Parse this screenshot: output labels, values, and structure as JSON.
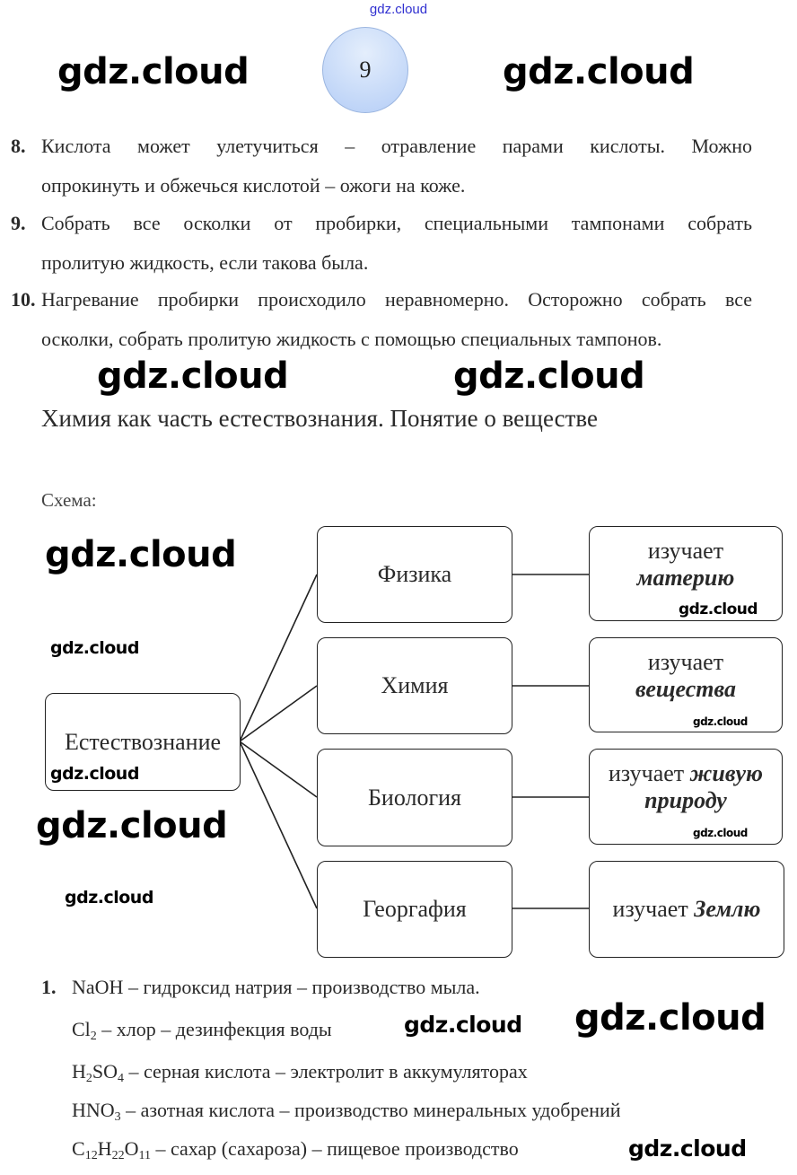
{
  "watermark": "gdz.cloud",
  "page_number": "9",
  "answers": [
    {
      "num": "8.",
      "lines": [
        "Кислота может улетучиться – отравление парами кислоты. Можно",
        "опрокинуть и обжечься кислотой – ожоги на коже."
      ]
    },
    {
      "num": "9.",
      "lines": [
        "Собрать все осколки от пробирки, специальными тампонами собрать",
        "пролитую жидкость, если такова была."
      ]
    },
    {
      "num": "10.",
      "lines": [
        "Нагревание пробирки происходило неравномерно. Осторожно собрать все",
        "осколки, собрать пролитую жидкость с помощью специальных тампонов."
      ]
    }
  ],
  "section_title": "Химия как часть естествознания. Понятие о веществе",
  "schema_label": "Схема:",
  "diagram": {
    "root": "Естествознание",
    "branches": [
      {
        "subject": "Физика",
        "studies": "изучает",
        "object": "материю"
      },
      {
        "subject": "Химия",
        "studies": "изучает",
        "object": "вещества"
      },
      {
        "subject": "Биология",
        "studies": "изучает",
        "object": "живую природу"
      },
      {
        "subject": "Георгафия",
        "studies": "изучает",
        "object": "Землю"
      }
    ]
  },
  "list": {
    "num": "1.",
    "items": [
      {
        "formula": [
          "NaOH"
        ],
        "text": " – гидроксид натрия – производство мыла."
      },
      {
        "formula": [
          "Cl",
          "2"
        ],
        "text": " – хлор – дезинфекция воды"
      },
      {
        "formula": [
          "H",
          "2",
          "SO",
          "4"
        ],
        "text": " – серная кислота – электролит в аккумуляторах"
      },
      {
        "formula": [
          "HNO",
          "3"
        ],
        "text": " – азотная кислота – производство минеральных удобрений"
      },
      {
        "formula": [
          "C",
          "12",
          "H",
          "22",
          "O",
          "11"
        ],
        "text": " – сахар (сахароза) – пищевое производство"
      }
    ]
  }
}
